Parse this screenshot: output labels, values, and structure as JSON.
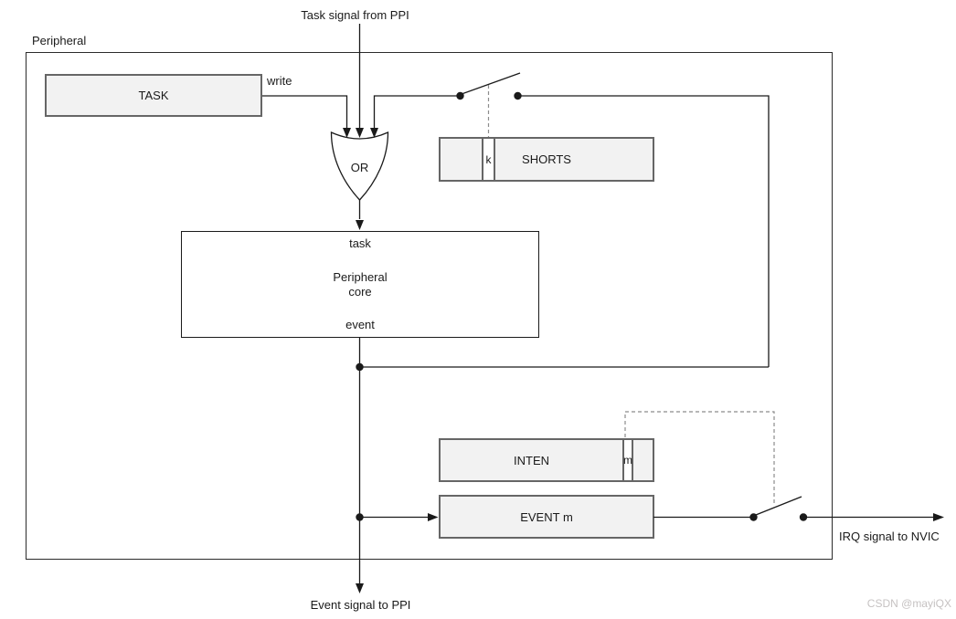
{
  "peripheral": {
    "label": "Peripheral"
  },
  "external": {
    "task_signal": "Task signal from PPI",
    "event_signal": "Event signal to PPI",
    "irq_signal": "IRQ signal to NVIC"
  },
  "task_register": {
    "label": "TASK",
    "write_label": "write"
  },
  "or_gate": {
    "label": "OR"
  },
  "core": {
    "task_port": "task",
    "name_line1": "Peripheral",
    "name_line2": "core",
    "event_port": "event"
  },
  "shorts_register": {
    "label": "SHORTS",
    "bit_label": "k"
  },
  "inten_register": {
    "label": "INTEN",
    "bit_label": "m"
  },
  "event_register": {
    "label": "EVENT m"
  },
  "watermark": "CSDN @mayiQX",
  "colors": {
    "register_fill": "#f2f2f2",
    "register_border": "#666666",
    "line": "#1a1a1a",
    "dashed_line": "#8c8c8c",
    "watermark": "#c6c2c2"
  }
}
